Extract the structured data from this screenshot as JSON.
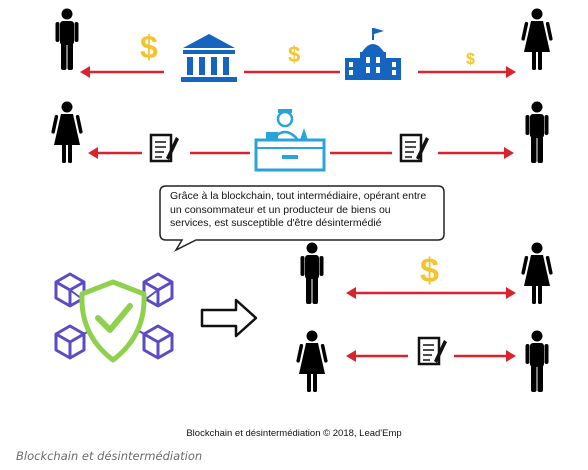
{
  "bubble_text": "Grâce à la blockchain, tout intermédiaire, opérant entre un consommateur et un producteur de biens ou services, est susceptible d'être désintermédié",
  "symbols": {
    "dollar": "$"
  },
  "credit": "Blockchain et désintermédiation © 2018, Lead'Emp",
  "caption": "Blockchain et désintermédiation",
  "colors": {
    "arrow": "#d9232e",
    "institution": "#1565c0",
    "shield": "#8fd14f",
    "block": "#5b4bc4",
    "person": "#000000"
  }
}
